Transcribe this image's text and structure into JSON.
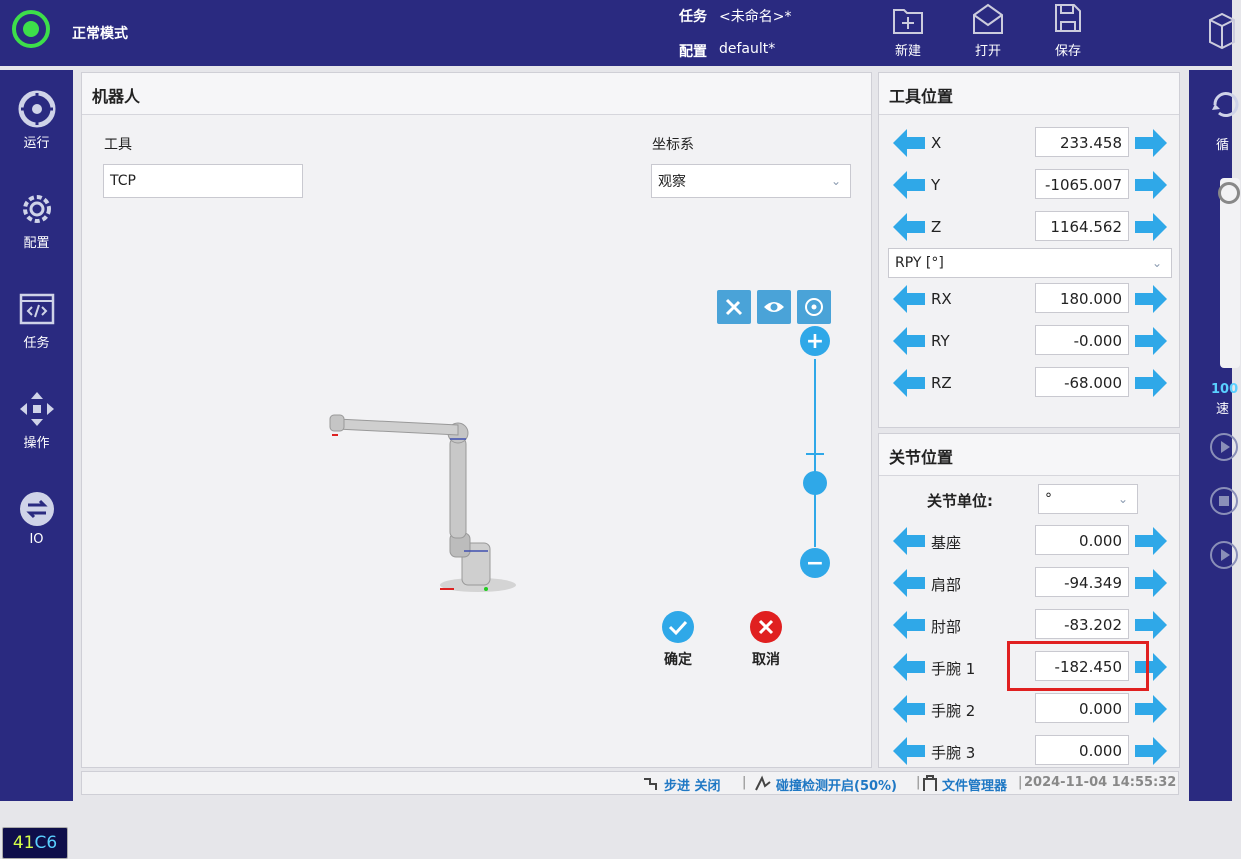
{
  "header": {
    "mode_label": "正常模式",
    "task_label": "任务",
    "task_value": "<未命名>*",
    "config_label": "配置",
    "config_value": "default*",
    "buttons": {
      "new": "新建",
      "open": "打开",
      "save": "保存"
    }
  },
  "sidebar": {
    "items": [
      {
        "label": "运行",
        "icon": "run-icon"
      },
      {
        "label": "配置",
        "icon": "config-gear-icon"
      },
      {
        "label": "任务",
        "icon": "code-window-icon"
      },
      {
        "label": "操作",
        "icon": "move-arrows-icon"
      },
      {
        "label": "IO",
        "icon": "io-exchange-icon"
      }
    ],
    "badge_prefix": "41",
    "badge_suffix": "C6"
  },
  "robot_panel": {
    "title": "机器人",
    "tool_label": "工具",
    "tool_value": "TCP",
    "frame_label": "坐标系",
    "frame_value": "观察",
    "view_buttons": [
      "tool-view-icon",
      "eye-view-icon",
      "orbit-view-icon"
    ],
    "confirm_label": "确定",
    "cancel_label": "取消"
  },
  "tool_position": {
    "title": "工具位置",
    "rows": [
      {
        "label": "X",
        "value": "233.458"
      },
      {
        "label": "Y",
        "value": "-1065.007"
      },
      {
        "label": "Z",
        "value": "1164.562"
      }
    ],
    "rotation_select": "RPY [°]",
    "rot_rows": [
      {
        "label": "RX",
        "value": "180.000"
      },
      {
        "label": "RY",
        "value": "-0.000"
      },
      {
        "label": "RZ",
        "value": "-68.000"
      }
    ]
  },
  "joint_position": {
    "title": "关节位置",
    "unit_label": "关节单位:",
    "unit_value": "°",
    "rows": [
      {
        "label": "基座",
        "value": "0.000"
      },
      {
        "label": "肩部",
        "value": "-94.349"
      },
      {
        "label": "肘部",
        "value": "-83.202"
      },
      {
        "label": "手腕 1",
        "value": "-182.450"
      },
      {
        "label": "手腕 2",
        "value": "0.000"
      },
      {
        "label": "手腕 3",
        "value": "0.000"
      }
    ]
  },
  "right_sidebar": {
    "loop_label": "循",
    "speed_value": "100",
    "speed_label": "速"
  },
  "footer": {
    "step": "步进 关闭",
    "collision": "碰撞检测开启(50%)",
    "file_manager": "文件管理器",
    "timestamp": "2024-11-04 14:55:32"
  },
  "colors": {
    "navy": "#2a2a80",
    "accent": "#2fa8e8",
    "green": "#3dde4a",
    "highlight": "#e02020"
  }
}
